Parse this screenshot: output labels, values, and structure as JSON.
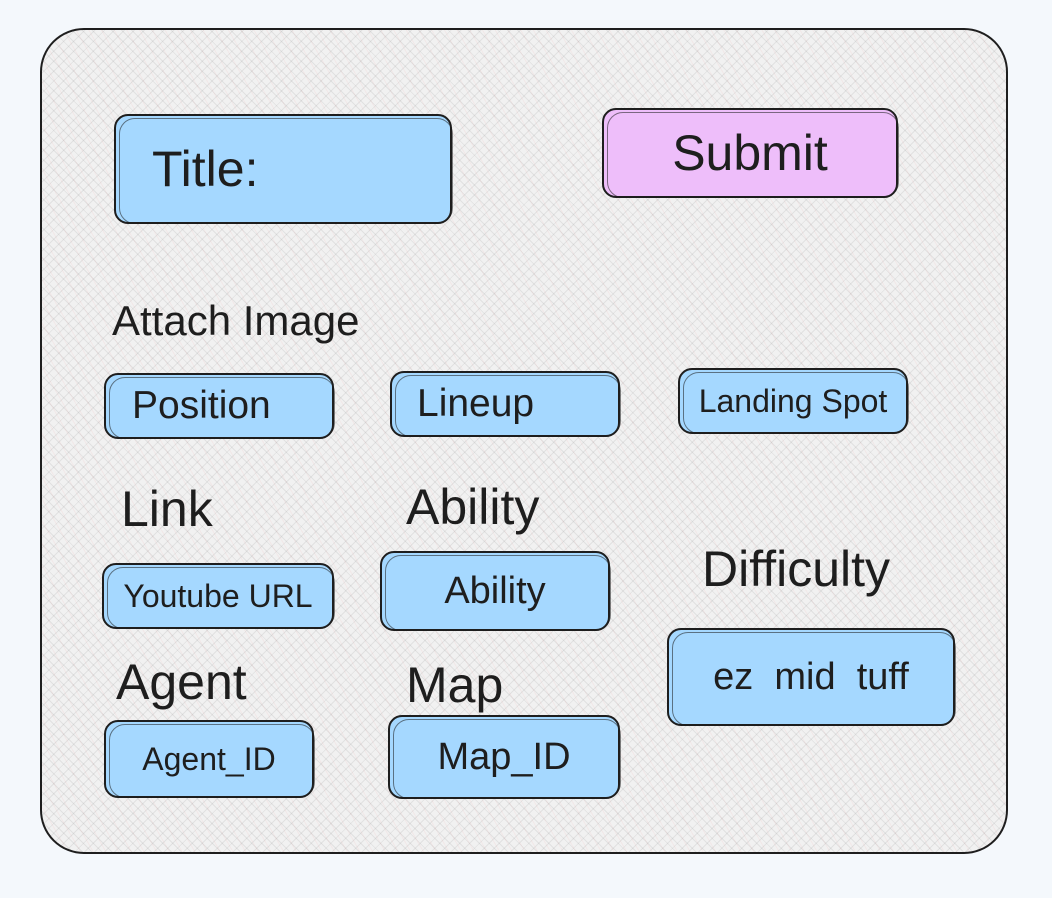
{
  "form": {
    "title_field_label": "Title:",
    "submit_label": "Submit",
    "attach_image_label": "Attach Image",
    "image_buttons": {
      "position": "Position",
      "lineup": "Lineup",
      "landing_spot": "Landing Spot"
    },
    "link_label": "Link",
    "youtube_url": "Youtube URL",
    "ability_label": "Ability",
    "ability_field": "Ability",
    "difficulty_label": "Difficulty",
    "difficulty_options": "ez  mid  tuff",
    "agent_label": "Agent",
    "agent_id": "Agent_ID",
    "map_label": "Map",
    "map_id": "Map_ID"
  },
  "colors": {
    "field_fill": "#a5d8ff",
    "submit_fill": "#eebefa",
    "stroke": "#1e1e1e",
    "canvas": "#f4f8fc"
  }
}
